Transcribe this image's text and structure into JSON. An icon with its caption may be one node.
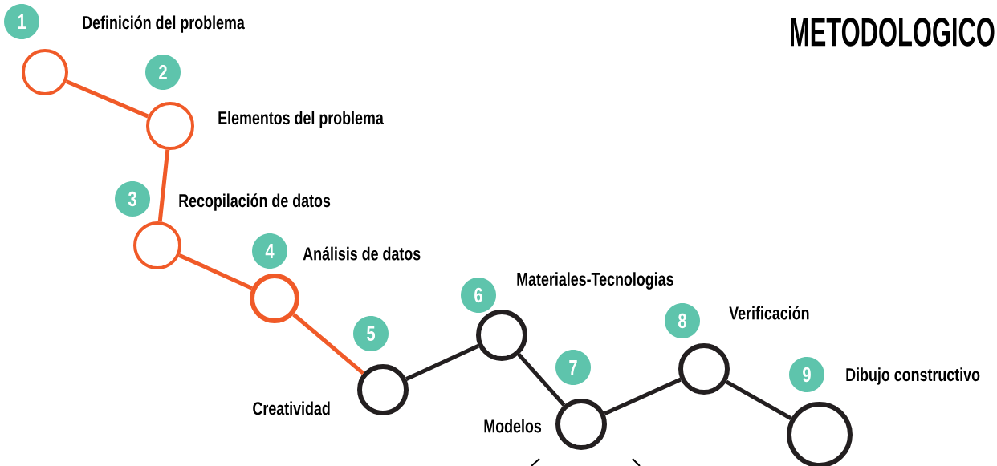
{
  "diagram": {
    "title": "METODOLOGICO",
    "nodes": [
      {
        "text": [],
        "shape": "circle",
        "beside": [
          "1",
          "Definición del problema"
        ]
      },
      {
        "text": [],
        "shape": "circle",
        "beside": [
          "2",
          "Elementos del problema"
        ]
      },
      {
        "text": [],
        "shape": "circle",
        "beside": [
          "3",
          "Recopilación de datos"
        ]
      },
      {
        "text": [],
        "shape": "circle",
        "beside": [
          "4",
          "Análisis de datos"
        ]
      },
      {
        "text": [],
        "shape": "circle",
        "beside": [
          "5",
          "Creatividad"
        ]
      },
      {
        "text": [],
        "shape": "circle",
        "beside": [
          "6",
          "Materiales-Tecnologias"
        ]
      },
      {
        "text": [],
        "shape": "circle",
        "beside": [
          "7",
          "Modelos"
        ]
      },
      {
        "text": [],
        "shape": "circle",
        "beside": [
          "8",
          "Verificación"
        ]
      },
      {
        "text": [],
        "shape": "circle",
        "beside": [
          "9",
          "Dibujo constructivo"
        ]
      }
    ],
    "edges": [
      {
        "from": 0,
        "to": 1,
        "arrow": "none",
        "color": "#f05a28"
      },
      {
        "from": 1,
        "to": 2,
        "arrow": "none",
        "color": "#f05a28"
      },
      {
        "from": 2,
        "to": 3,
        "arrow": "none",
        "color": "#f05a28"
      },
      {
        "from": 3,
        "to": 4,
        "arrow": "none",
        "color": "#f05a28"
      },
      {
        "from": 4,
        "to": 5,
        "arrow": "none",
        "color": "#231f20"
      },
      {
        "from": 5,
        "to": 6,
        "arrow": "none",
        "color": "#231f20"
      },
      {
        "from": 6,
        "to": 7,
        "arrow": "none",
        "color": "#231f20"
      },
      {
        "from": 7,
        "to": 8,
        "arrow": "none",
        "color": "#231f20"
      }
    ]
  }
}
